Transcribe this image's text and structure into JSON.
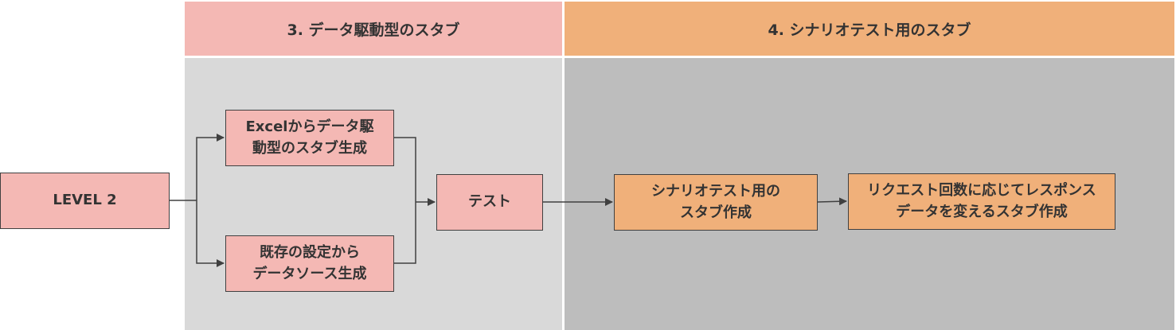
{
  "sections": {
    "data_driven_title": "3. データ駆動型のスタブ",
    "scenario_title": "4. シナリオテスト用のスタブ"
  },
  "nodes": {
    "level2": "LEVEL 2",
    "excel_stub": "Excelからデータ駆\n動型のスタブ生成",
    "existing_settings": "既存の設定から\nデータソース生成",
    "test": "テスト",
    "scenario_stub": "シナリオテスト用の\nスタブ作成",
    "request_count_stub": "リクエスト回数に応じてレスポンス\nデータを変えるスタブ作成"
  },
  "colors": {
    "pink": "#f4b8b4",
    "orange": "#f0b07a",
    "light_gray": "#d9d9d9",
    "dark_gray": "#bdbdbd",
    "line": "#404040"
  }
}
